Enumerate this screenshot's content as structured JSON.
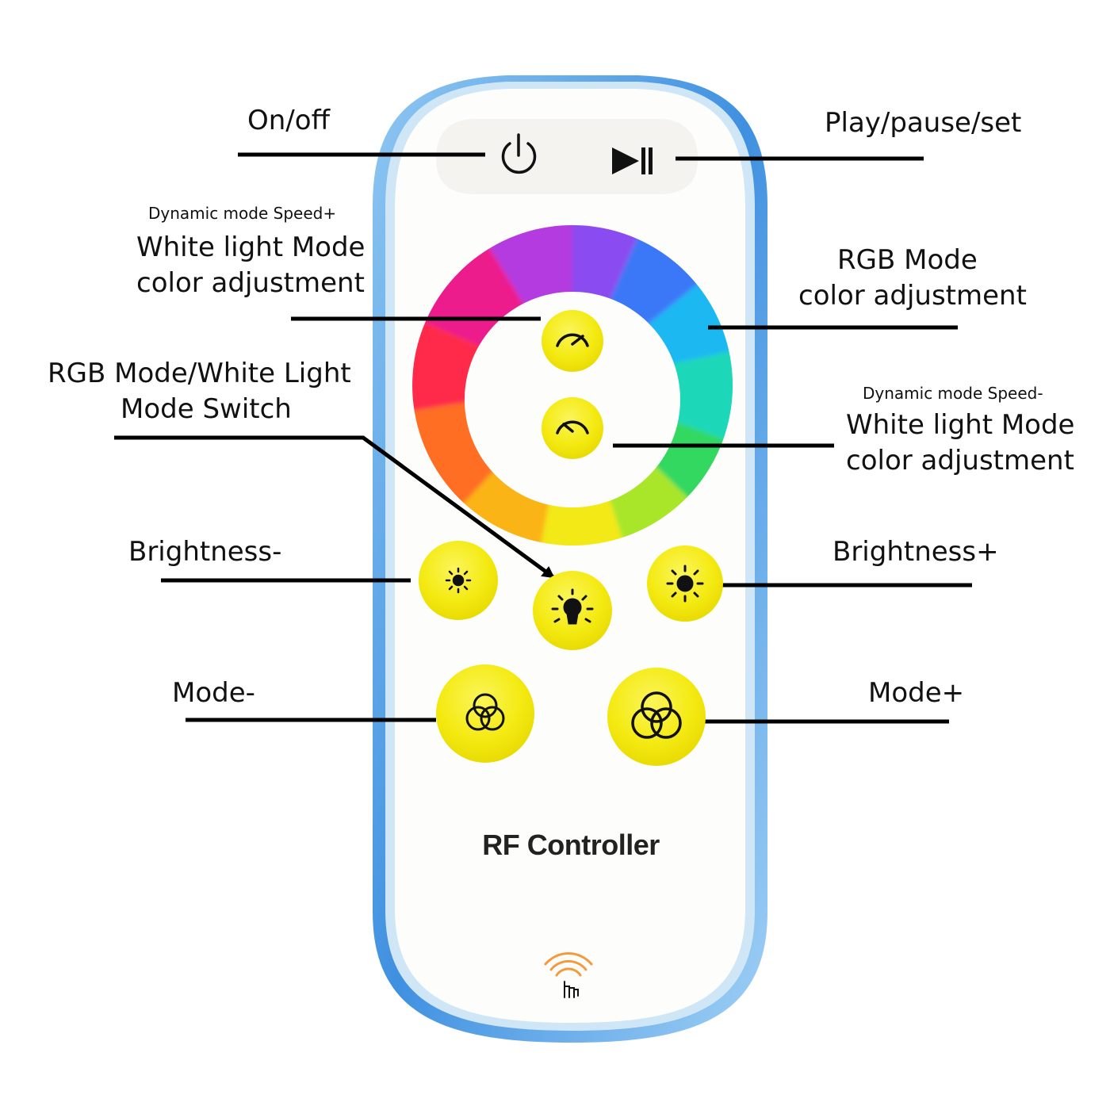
{
  "labels": {
    "on_off": "On/off",
    "play_pause_set": "Play/pause/set",
    "speed_plus_note": "Dynamic mode Speed+",
    "white_mode_1_line1": "White light Mode",
    "white_mode_1_line2": "color adjustment",
    "rgb_mode_line1": "RGB  Mode",
    "rgb_mode_line2": "color adjustment",
    "mode_switch_line1": "RGB Mode/White Light",
    "mode_switch_line2": "Mode Switch",
    "speed_minus_note": "Dynamic mode Speed-",
    "white_mode_2_line1": "White light Mode",
    "white_mode_2_line2": "color adjustment",
    "brightness_minus": "Brightness-",
    "brightness_plus": "Brightness+",
    "mode_minus": "Mode-",
    "mode_plus": "Mode+"
  },
  "remote": {
    "brand_text": "RF Controller"
  },
  "icons": [
    "power-icon",
    "play-pause-icon",
    "speedometer-icon",
    "sun-icon",
    "lightbulb-icon",
    "rgb-circles-icon",
    "touch-signal-icon"
  ],
  "colors": {
    "button_yellow": "#f7ee1a",
    "remote_edge_blue": "#5aa8e8",
    "body_white": "#fdfdfb",
    "leader_line": "#000000"
  }
}
